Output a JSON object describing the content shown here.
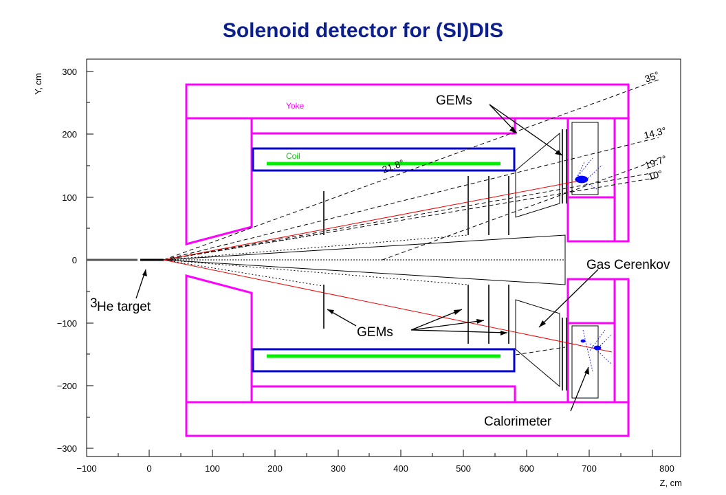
{
  "title": "Solenoid detector for (SI)DIS",
  "axes": {
    "x_label": "Z, cm",
    "y_label": "Y, cm",
    "x_ticks": [
      "−100",
      "0",
      "100",
      "200",
      "300",
      "400",
      "500",
      "600",
      "700",
      "800"
    ],
    "y_ticks": [
      "300",
      "200",
      "100",
      "0",
      "−100",
      "−200",
      "−300"
    ]
  },
  "labels": {
    "yoke": "Yoke",
    "coil": "Coil",
    "gems_top": "GEMs",
    "gems_bottom": "GEMs",
    "gas_cerenkov": "Gas Cerenkov",
    "calorimeter": "Calorimeter",
    "target_sup": "3",
    "target": "He target"
  },
  "angles": {
    "a35": "35°",
    "a21": "21.8°",
    "a14": "14.3°",
    "a19": "19.7°",
    "a10": "10°"
  },
  "colors": {
    "yoke": "#ff00ff",
    "coil_frame": "#0000cc",
    "coil": "#00ee00",
    "tracks": "#ee0000",
    "showers": "#0000ff",
    "title": "#0c1f8c"
  }
}
